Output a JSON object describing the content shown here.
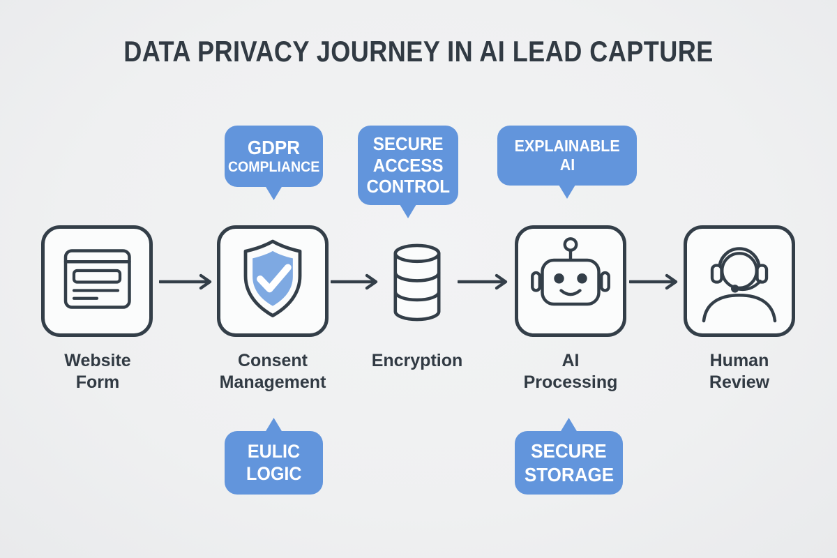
{
  "title": "DATA PRIVACY JOURNEY IN AI LEAD CAPTURE",
  "colors": {
    "background": "#eff0f1",
    "bubble_blue": "#6295dc",
    "outline_dark": "#333e48",
    "box_fill": "#fbfcfc",
    "shield_blue": "#7ea9e2",
    "text_dark": "#313a43",
    "bubble_text": "#ffffff"
  },
  "steps": [
    {
      "icon": "browser-form-icon",
      "label_lines": [
        "Website",
        "Form"
      ]
    },
    {
      "icon": "shield-check-icon",
      "label_lines": [
        "Consent",
        "Management"
      ]
    },
    {
      "icon": "database-icon",
      "label_lines": [
        "Encryption"
      ]
    },
    {
      "icon": "robot-icon",
      "label_lines": [
        "AI",
        "Processing"
      ]
    },
    {
      "icon": "headset-agent-icon",
      "label_lines": [
        "Human",
        "Review"
      ]
    }
  ],
  "callouts_top": [
    {
      "lines": [
        "GDPR",
        "COMPLIANCE"
      ]
    },
    {
      "lines": [
        "SECURE",
        "ACCESS",
        "CONTROL"
      ]
    },
    {
      "lines": [
        "EXPLAINABLE",
        "AI"
      ]
    }
  ],
  "callouts_bottom": [
    {
      "lines": [
        "EULIC",
        "LOGIC"
      ]
    },
    {
      "lines": [
        "SECURE",
        "STORAGE"
      ]
    }
  ]
}
